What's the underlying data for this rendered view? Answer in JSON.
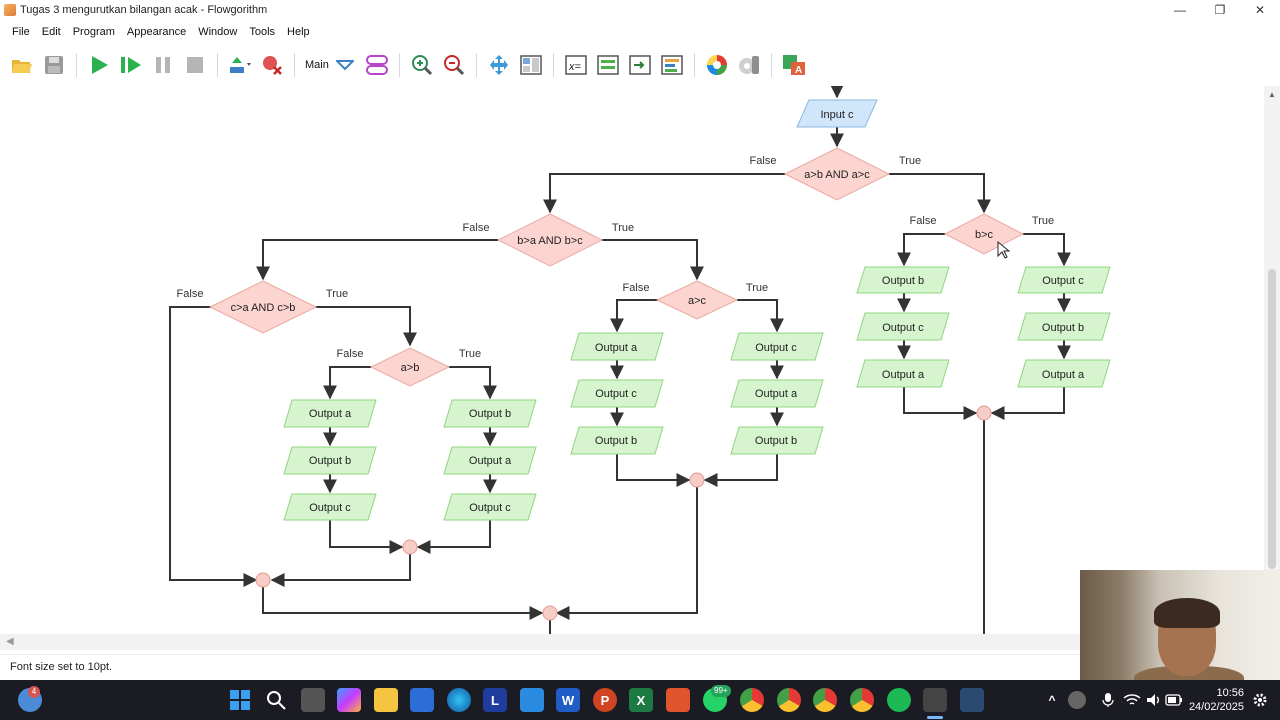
{
  "window": {
    "title": "Tugas 3 mengurutkan bilangan acak - Flowgorithm"
  },
  "window_controls": {
    "minimize": "—",
    "restore": "❐",
    "close": "✕"
  },
  "menu": [
    "File",
    "Edit",
    "Program",
    "Appearance",
    "Window",
    "Tools",
    "Help"
  ],
  "toolbar": {
    "function_select": "Main"
  },
  "flowchart": {
    "input": "Input c",
    "d1": {
      "text": "a>b AND a>c",
      "false": "False",
      "true": "True"
    },
    "d2": {
      "text": "b>a AND b>c",
      "false": "False",
      "true": "True"
    },
    "d3": {
      "text": "b>c",
      "false": "False",
      "true": "True"
    },
    "d4": {
      "text": "c>a AND c>b",
      "false": "False",
      "true": "True"
    },
    "d5": {
      "text": "a>c",
      "false": "False",
      "true": "True"
    },
    "d6": {
      "text": "a>b",
      "false": "False",
      "true": "True"
    },
    "b3_false": [
      "Output b",
      "Output c",
      "Output a"
    ],
    "b3_true": [
      "Output c",
      "Output b",
      "Output a"
    ],
    "b5_false": [
      "Output a",
      "Output c",
      "Output b"
    ],
    "b5_true": [
      "Output c",
      "Output a",
      "Output b"
    ],
    "b6_false": [
      "Output a",
      "Output b",
      "Output c"
    ],
    "b6_true": [
      "Output b",
      "Output a",
      "Output c"
    ]
  },
  "status": "Font size set to 10pt.",
  "taskbar": {
    "weather_badge": "4",
    "whatsapp_badge": "99+",
    "time": "10:56",
    "date": "24/02/2025"
  },
  "colors": {
    "input_fill": "#cfe6fb",
    "decision_fill": "#fcd5d0",
    "output_fill": "#d6f5cf",
    "connector": "#f8cdc8",
    "line": "#333333"
  }
}
